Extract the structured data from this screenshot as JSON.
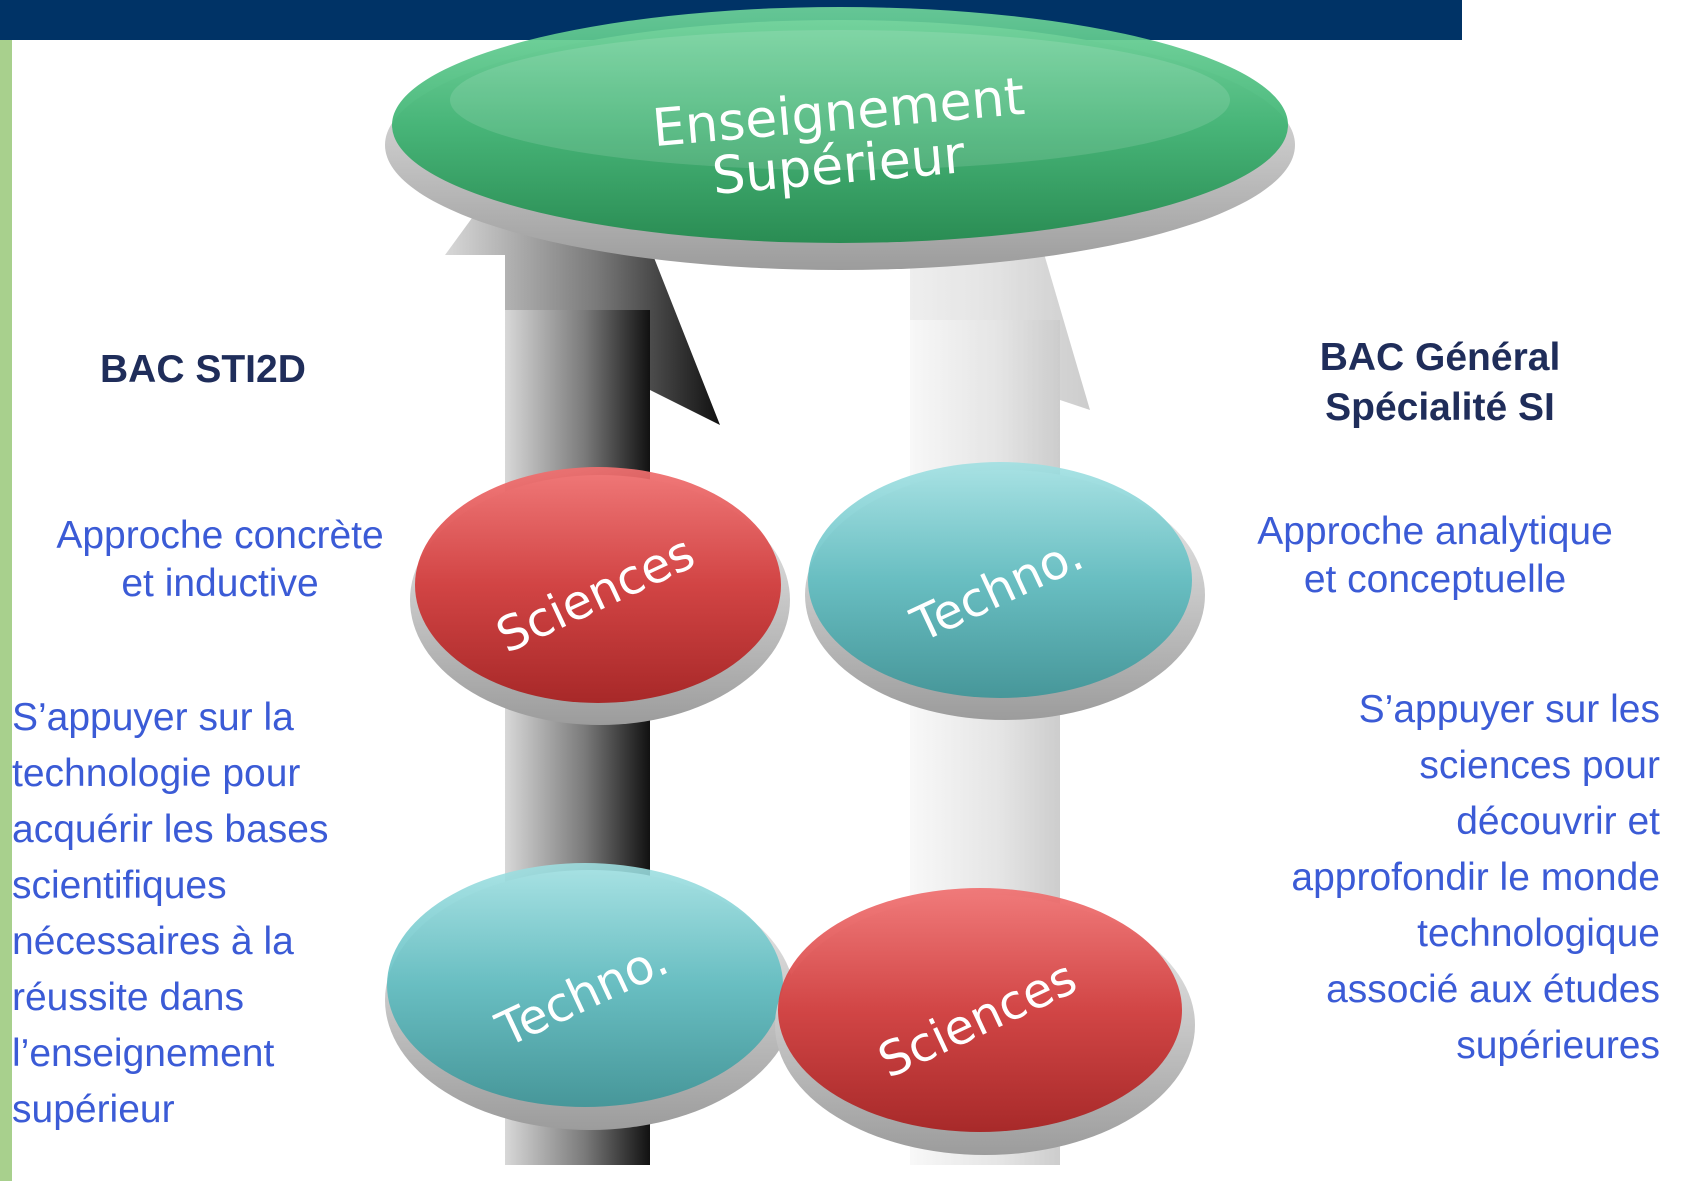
{
  "diagram": {
    "top_disc": {
      "line1": "Enseignement",
      "line2": "Supérieur"
    },
    "discs": {
      "upper_left": "Sciences",
      "upper_right": "Techno.",
      "lower_left": "Techno.",
      "lower_right": "Sciences"
    }
  },
  "left": {
    "heading": "BAC STI2D",
    "approach_line1": "Approche concrète",
    "approach_line2": "et inductive",
    "desc_lines": [
      "S’appuyer sur la",
      "technologie pour",
      "acquérir les bases",
      "scientifiques",
      "nécessaires à la",
      "réussite dans",
      "l’enseignement",
      "supérieur"
    ]
  },
  "right": {
    "heading_line1": "BAC Général",
    "heading_line2": "Spécialité SI",
    "approach_line1": "Approche analytique",
    "approach_line2": "et conceptuelle",
    "desc_lines": [
      "S’appuyer sur les",
      "sciences pour",
      "découvrir et",
      "approfondir le monde",
      "technologique",
      "associé aux études",
      "supérieures"
    ]
  },
  "colors": {
    "header_band": "#003366",
    "side_band": "#a8d08d",
    "green_disc": "#3cb371",
    "red_disc": "#d23a3a",
    "teal_disc": "#5bbcc0",
    "heading_text": "#1f2d5a",
    "body_text": "#3b5bd6"
  }
}
